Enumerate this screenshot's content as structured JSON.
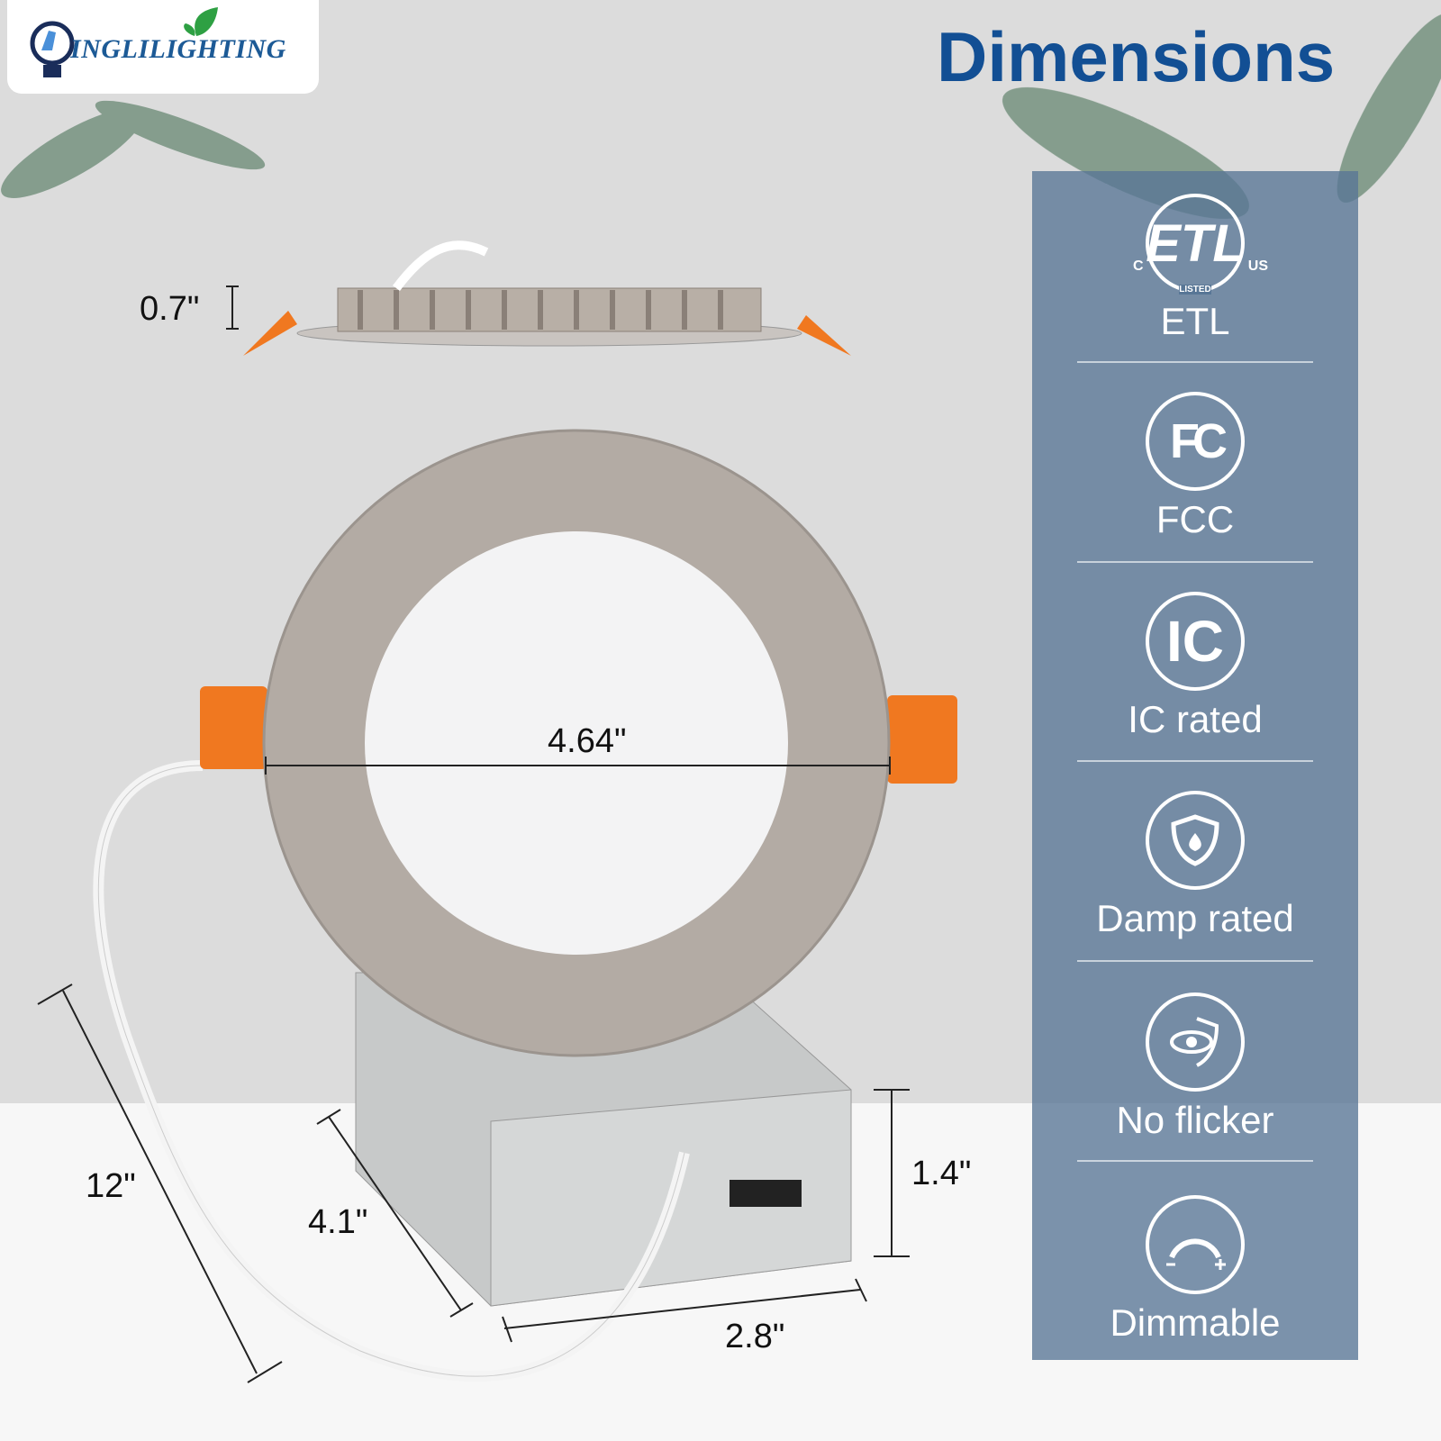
{
  "brand": {
    "logo_text": "INGLILIGHTING"
  },
  "title": "Dimensions",
  "dimensions": {
    "height_trim": "0.7\"",
    "diameter": "4.64\"",
    "cable_length": "12\"",
    "box_length": "4.1\"",
    "box_width": "2.8\"",
    "box_height": "1.4\""
  },
  "certifications": [
    {
      "icon": "etl-listed-icon",
      "label": "ETL",
      "mark": {
        "left": "C",
        "right": "US",
        "bottom": "LISTED"
      }
    },
    {
      "icon": "fcc-icon",
      "label": "FCC"
    },
    {
      "icon": "ic-icon",
      "label": "IC rated"
    },
    {
      "icon": "shield-drop-icon",
      "label": "Damp rated"
    },
    {
      "icon": "eye-shield-icon",
      "label": "No flicker"
    },
    {
      "icon": "dimmer-icon",
      "label": "Dimmable"
    }
  ],
  "colors": {
    "title": "#124f94",
    "panel": "#587696",
    "clip": "#f07820"
  }
}
